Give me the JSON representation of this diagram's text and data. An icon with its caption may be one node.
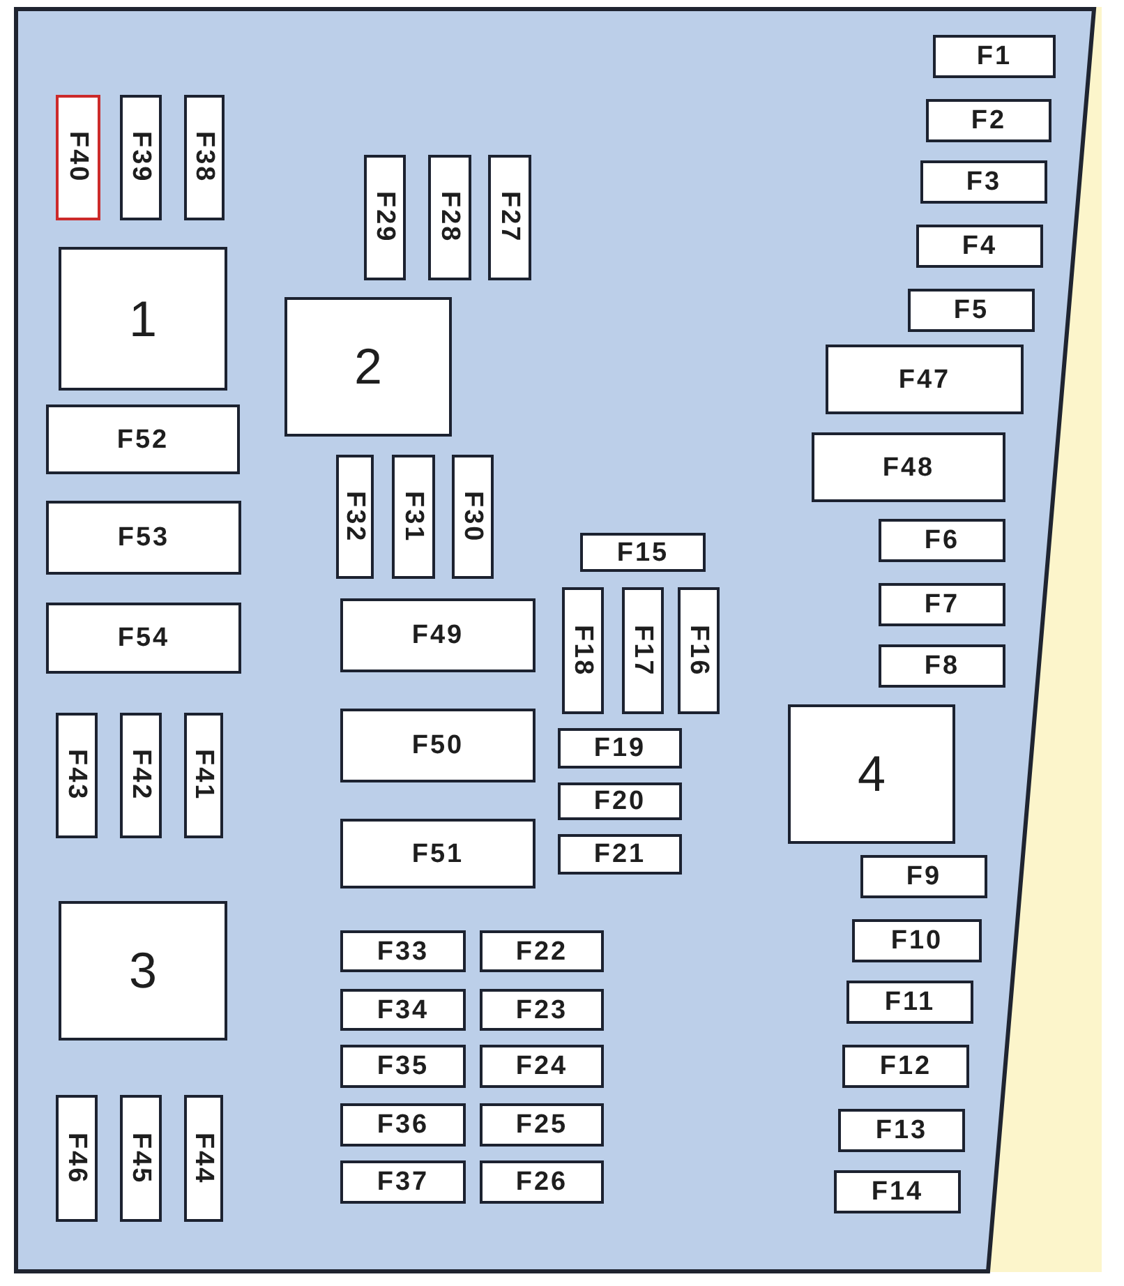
{
  "diagram": {
    "nodes": [
      {
        "text": [],
        "shape": "box"
      },
      {
        "text": [
          "F1"
        ],
        "in": 0
      },
      {
        "text": [
          "F40"
        ],
        "in": 0
      },
      {
        "text": [
          "F39"
        ],
        "in": 0
      },
      {
        "text": [
          "F38"
        ],
        "in": 0
      },
      {
        "text": [
          "F2"
        ],
        "in": 0
      },
      {
        "text": [
          "F29"
        ],
        "in": 0
      },
      {
        "text": [
          "F28"
        ],
        "in": 0
      },
      {
        "text": [
          "F27"
        ],
        "in": 0
      },
      {
        "text": [
          "F3"
        ],
        "in": 0
      },
      {
        "text": [
          "F4"
        ],
        "in": 0
      },
      {
        "text": [
          "1"
        ],
        "in": 0
      },
      {
        "text": [
          "F5"
        ],
        "in": 0
      },
      {
        "text": [
          "2"
        ],
        "in": 0
      },
      {
        "text": [
          "F47"
        ],
        "in": 0
      },
      {
        "text": [
          "F52"
        ],
        "in": 0
      },
      {
        "text": [
          "F48"
        ],
        "in": 0
      },
      {
        "text": [
          "F32"
        ],
        "in": 0
      },
      {
        "text": [
          "F31"
        ],
        "in": 0
      },
      {
        "text": [
          "F30"
        ],
        "in": 0
      },
      {
        "text": [
          "F53"
        ],
        "in": 0
      },
      {
        "text": [
          "F6"
        ],
        "in": 0
      },
      {
        "text": [
          "F15"
        ],
        "in": 0
      },
      {
        "text": [
          "F7"
        ],
        "in": 0
      },
      {
        "text": [
          "F18"
        ],
        "in": 0
      },
      {
        "text": [
          "F17"
        ],
        "in": 0
      },
      {
        "text": [
          "F16"
        ],
        "in": 0
      },
      {
        "text": [
          "F49"
        ],
        "in": 0
      },
      {
        "text": [
          "F54"
        ],
        "in": 0
      },
      {
        "text": [
          "F8"
        ],
        "in": 0
      },
      {
        "text": [
          "4"
        ],
        "in": 0
      },
      {
        "text": [
          "F50"
        ],
        "in": 0
      },
      {
        "text": [
          "F43"
        ],
        "in": 0
      },
      {
        "text": [
          "F42"
        ],
        "in": 0
      },
      {
        "text": [
          "F41"
        ],
        "in": 0
      },
      {
        "text": [
          "F19"
        ],
        "in": 0
      },
      {
        "text": [
          "F20"
        ],
        "in": 0
      },
      {
        "text": [
          "F51"
        ],
        "in": 0
      },
      {
        "text": [
          "F21"
        ],
        "in": 0
      },
      {
        "text": [
          "F9"
        ],
        "in": 0
      },
      {
        "text": [
          "3"
        ],
        "in": 0
      },
      {
        "text": [
          "F10"
        ],
        "in": 0
      },
      {
        "text": [
          "F33"
        ],
        "in": 0
      },
      {
        "text": [
          "F22"
        ],
        "in": 0
      },
      {
        "text": [
          "F11"
        ],
        "in": 0
      },
      {
        "text": [
          "F34"
        ],
        "in": 0
      },
      {
        "text": [
          "F23"
        ],
        "in": 0
      },
      {
        "text": [
          "F35"
        ],
        "in": 0
      },
      {
        "text": [
          "F24"
        ],
        "in": 0
      },
      {
        "text": [
          "F12"
        ],
        "in": 0
      },
      {
        "text": [
          "F46"
        ],
        "in": 0
      },
      {
        "text": [
          "F45"
        ],
        "in": 0
      },
      {
        "text": [
          "F44"
        ],
        "in": 0
      },
      {
        "text": [
          "F36"
        ],
        "in": 0
      },
      {
        "text": [
          "F25"
        ],
        "in": 0
      },
      {
        "text": [
          "F13"
        ],
        "in": 0
      },
      {
        "text": [
          "F37"
        ],
        "in": 0
      },
      {
        "text": [
          "F26"
        ],
        "in": 0
      },
      {
        "text": [
          "F14"
        ],
        "in": 0
      }
    ]
  }
}
